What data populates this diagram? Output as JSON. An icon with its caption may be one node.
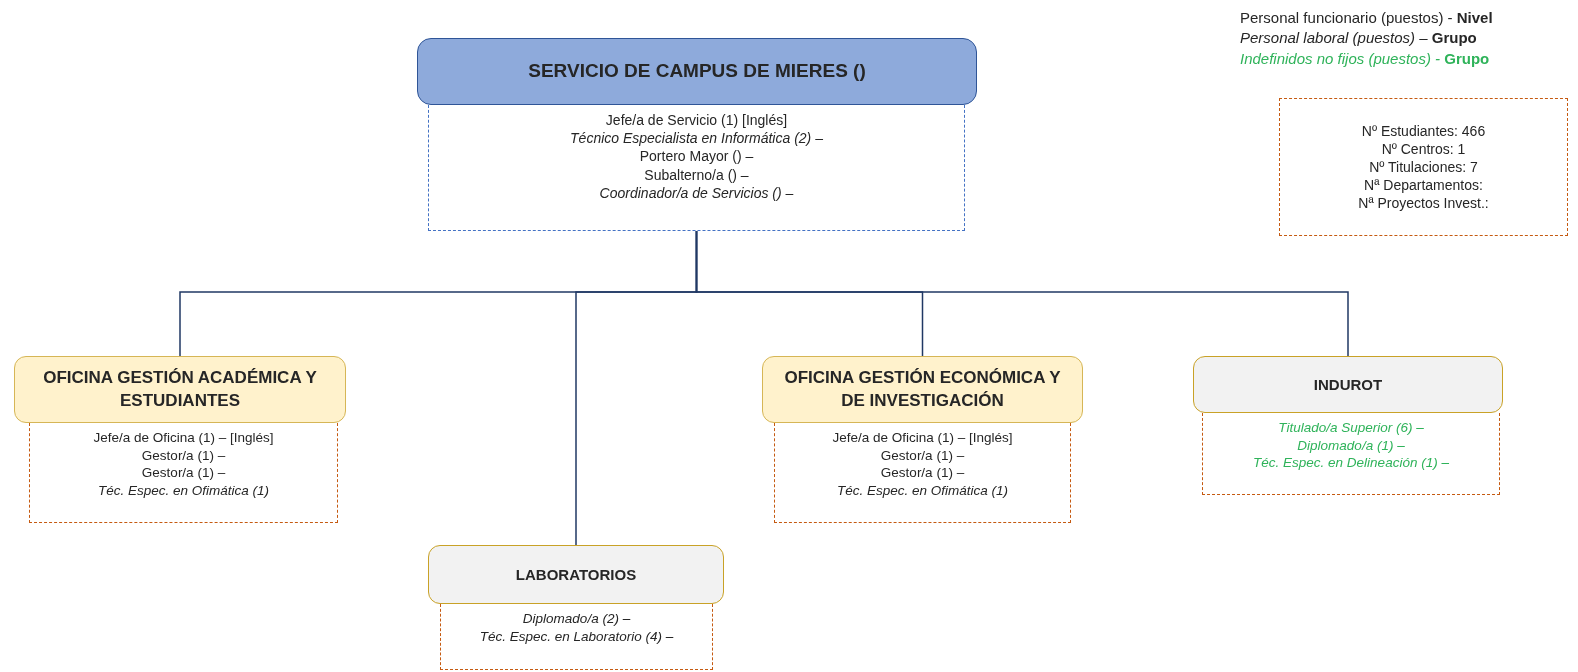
{
  "diagram": {
    "nodes": [
      {
        "text": [
          "SERVICIO DE CAMPUS DE **MIERES** ()"
        ]
      },
      {
        "text": [
          "Jefe/a de Servicio (1) [Inglés]",
          "*Técnico Especialista en Informática (2) –*",
          "Portero Mayor () –",
          "Subalterno/a () –",
          "*Coordinador/a de Servicios () –*"
        ]
      },
      {
        "text": [
          "OFICINA GESTIÓN ACADÉMICA Y ESTUDIANTES"
        ]
      },
      {
        "text": [
          "Jefe/a de Oficina (1) – [Inglés]",
          "Gestor/a (1) –",
          "Gestor/a (1) –",
          "*Téc. Espec. en Ofimática (1)*"
        ]
      },
      {
        "text": [
          "LABORATORIOS"
        ]
      },
      {
        "text": [
          "*Diplomado/a (2) –*",
          "*Téc. Espec. en Laboratorio (4) –*"
        ]
      },
      {
        "text": [
          "OFICINA GESTIÓN ECONÓMICA Y DE INVESTIGACIÓN"
        ]
      },
      {
        "text": [
          "Jefe/a de Oficina (1) – [Inglés]",
          "Gestor/a (1) –",
          "Gestor/a (1) –",
          "*Téc. Espec. en Ofimática (1)*"
        ]
      },
      {
        "text": [
          "INDUROT"
        ]
      },
      {
        "text": [
          "Titulado/a Superior (6) –",
          "Diplomado/a (1) –",
          "Téc. Espec. en Delineación (1) –"
        ]
      },
      {
        "text": [
          "Nº Estudiantes: 466",
          "Nº Centros: 1",
          "Nº Titulaciones: 7",
          "Nª Departamentos:",
          "Nª Proyectos Invest.:"
        ]
      }
    ],
    "edges": [
      {
        "from": 1,
        "to": 2,
        "arrow": "none"
      },
      {
        "from": 1,
        "to": 4,
        "arrow": "none"
      },
      {
        "from": 1,
        "to": 6,
        "arrow": "none"
      },
      {
        "from": 1,
        "to": 8,
        "arrow": "none"
      }
    ],
    "labels": [
      "Personal funcionario (puestos) - **Nivel**",
      "*Personal laboral (puestos) –* **Grupo**",
      "*Indefinidos no fijos (puestos) -* **Grupo**"
    ]
  }
}
